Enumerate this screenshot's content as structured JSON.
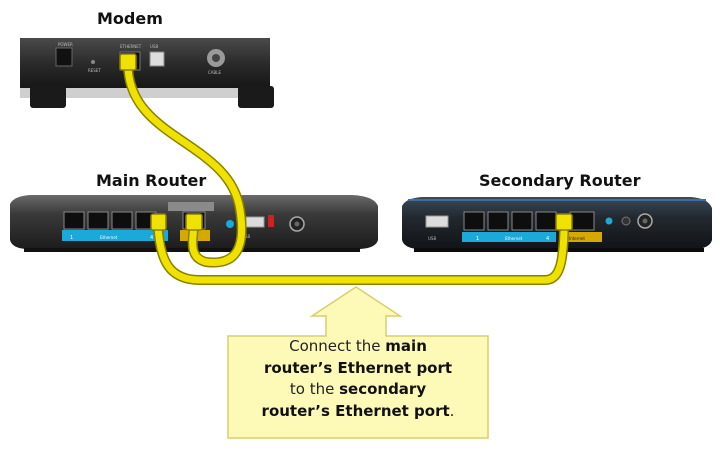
{
  "labels": {
    "modem": "Modem",
    "main_router": "Main Router",
    "secondary_router": "Secondary Router"
  },
  "callout": {
    "l1_a": "Connect the ",
    "l1_b": "main",
    "l2": "router’s Ethernet port",
    "l3_a": "to the ",
    "l3_b": "secondary",
    "l4_a": "router’s Ethernet port",
    "l4_b": "."
  },
  "colors": {
    "cable": "#f0e200",
    "callout_fill": "#fdfab8",
    "callout_border": "#d9cf6a",
    "router_dark": "#2b2b2b",
    "port_strip": "#1aa9d9"
  },
  "icons": [
    "modem-device",
    "main-router-device",
    "secondary-router-device",
    "ethernet-cable",
    "callout-arrow"
  ]
}
